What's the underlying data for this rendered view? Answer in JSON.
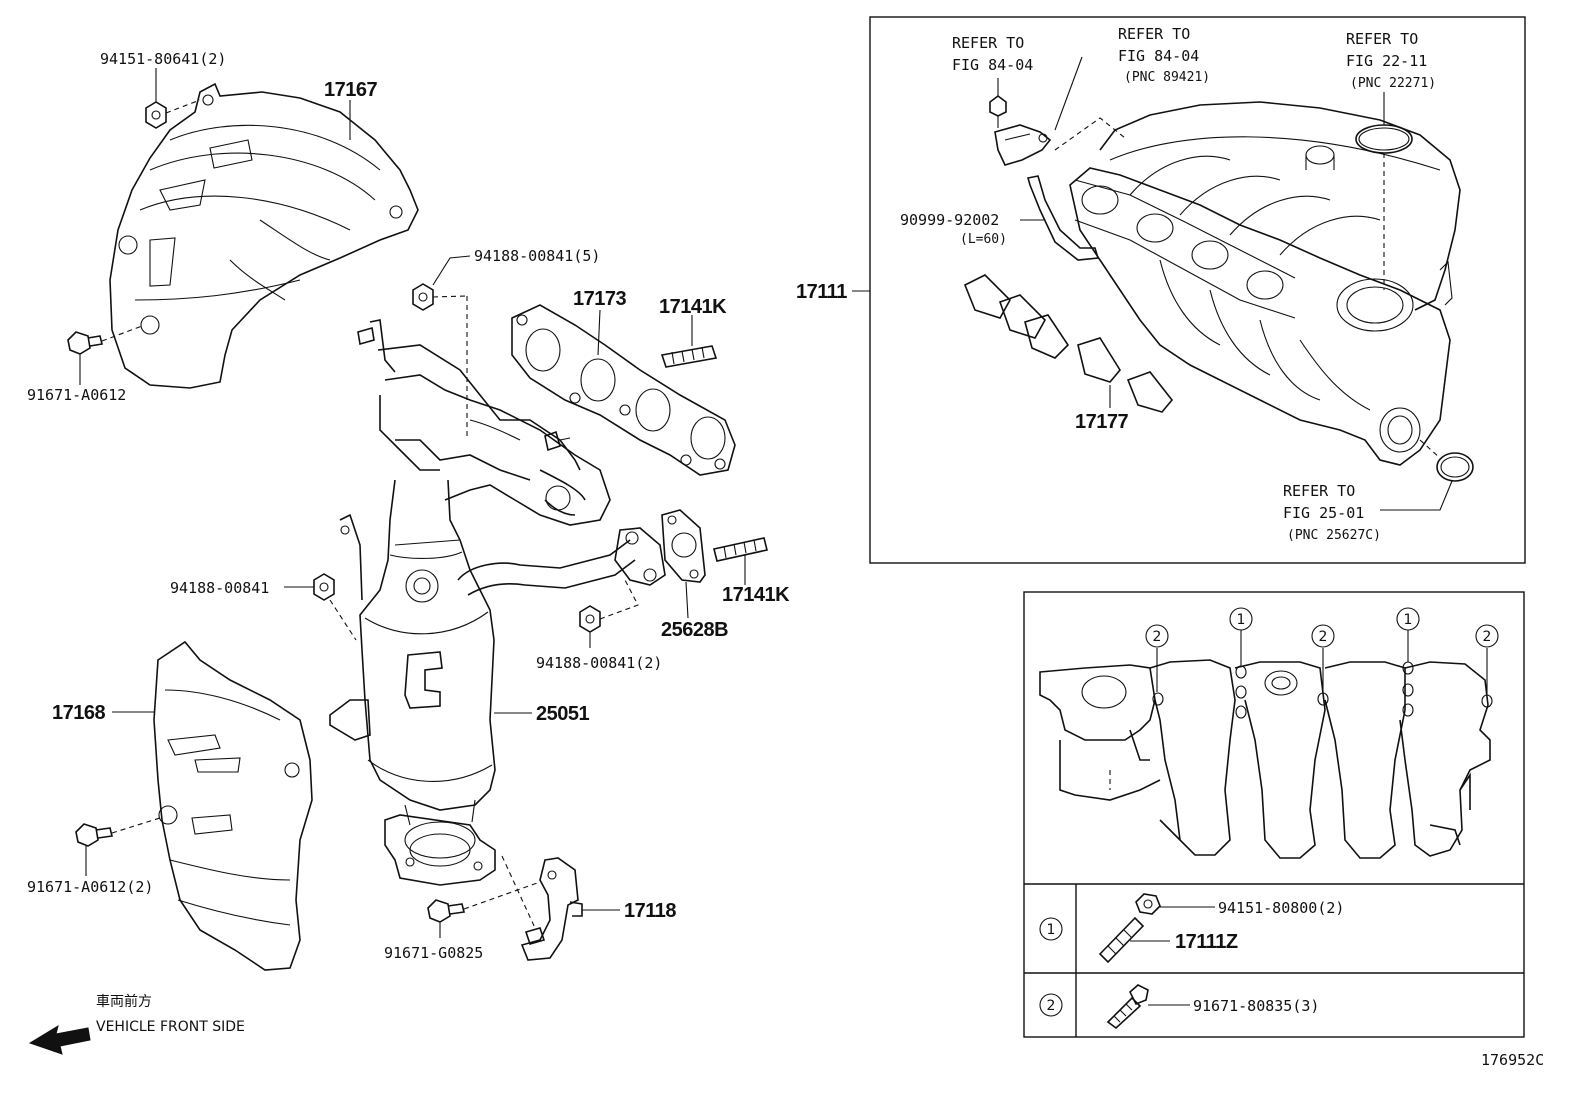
{
  "labels": {
    "p1": "94151-80641(2)",
    "p2": "17167",
    "p3": "91671-A0612",
    "p4": "94188-00841(5)",
    "p5": "17173",
    "p6": "17141K",
    "p7": "94188-00841",
    "p8": "17141K",
    "p9": "25628B",
    "p10": "94188-00841(2)",
    "p11": "17168",
    "p12": "25051",
    "p13": "91671-A0612(2)",
    "p14": "17118",
    "p15": "91671-G0825",
    "p16": "17111",
    "p17": "90999-92002",
    "p17b": "(L=60)",
    "p18": "17177"
  },
  "refs": {
    "r1a": "REFER TO",
    "r1b": "FIG 84-04",
    "r2a": "REFER TO",
    "r2b": "FIG 84-04",
    "r2c": "(PNC 89421)",
    "r3a": "REFER TO",
    "r3b": "FIG 22-11",
    "r3c": "(PNC 22271)",
    "r4a": "REFER TO",
    "r4b": "FIG 25-01",
    "r4c": "(PNC 25627C)"
  },
  "table": {
    "row1_marker": "1",
    "row1_nut": "94151-80800(2)",
    "row1_stud": "17111Z",
    "row2_marker": "2",
    "row2_bolt": "91671-80835(3)"
  },
  "markers": {
    "one": "1",
    "two": "2"
  },
  "footer": {
    "jp": "車両前方",
    "front": "VEHICLE FRONT SIDE",
    "code": "176952C"
  }
}
